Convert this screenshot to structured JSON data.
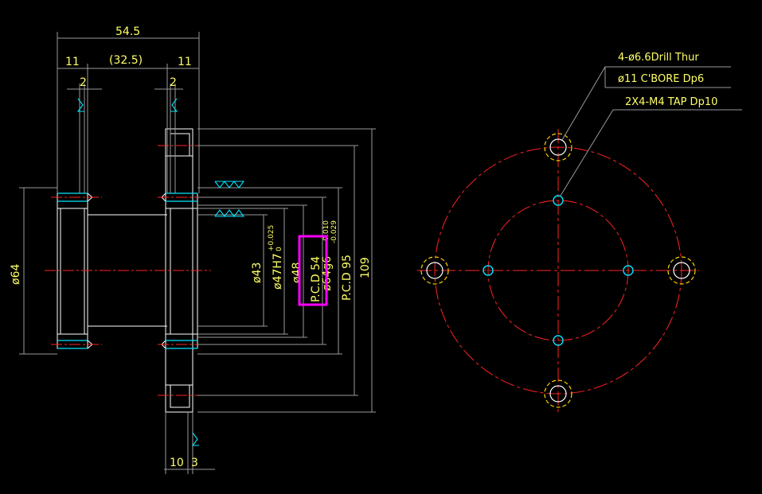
{
  "colors": {
    "background": "#000000",
    "outline": "#ffffff",
    "dimension": "#9a9a9a",
    "text": "#ffff66",
    "center_line": "#ff2222",
    "hole": "#00e5ff",
    "counterbore": "#ffd200",
    "highlight": "#ff00ff",
    "finish_symbol": "#00e5ff"
  },
  "side_view": {
    "dims": {
      "overall_length": "54.5",
      "flange_left": "11",
      "middle": "(32.5)",
      "flange_right": "11",
      "groove_left": "2",
      "groove_right": "2",
      "bottom_a": "10",
      "bottom_b": "3"
    },
    "diameters": {
      "d64": "ø64",
      "d43": "ø43",
      "d47": "ø47H7",
      "d47_tol_up": "+0.025",
      "d47_tol_low": "0",
      "d48": "ø48",
      "pcd54": "P.C.D 54",
      "d64g6": "ø64g6",
      "d64g6_tol_up": "-0.010",
      "d64g6_tol_low": "-0.029",
      "pcd95": "P.C.D 95",
      "d109": "109"
    }
  },
  "front_view": {
    "callout_1_line1": "4-ø6.6Drill Thur",
    "callout_1_line2": "ø11 C'BORE Dp6",
    "callout_2": "2X4-M4 TAP Dp10"
  }
}
